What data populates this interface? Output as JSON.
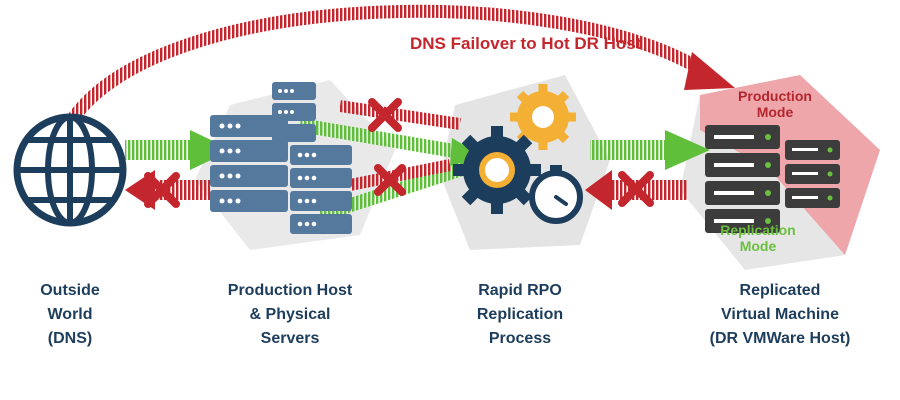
{
  "title": "DNS Failover to Hot DR Host",
  "modes": {
    "production": [
      "Production",
      "Mode"
    ],
    "replication": [
      "Replication",
      "Mode"
    ]
  },
  "stages": [
    {
      "id": "outside-world",
      "lines": [
        "Outside",
        "World",
        "(DNS)"
      ]
    },
    {
      "id": "production-host",
      "lines": [
        "Production Host",
        "& Physical",
        "Servers"
      ]
    },
    {
      "id": "replication-process",
      "lines": [
        "Rapid RPO",
        "Replication",
        "Process"
      ]
    },
    {
      "id": "replicated-vm",
      "lines": [
        "Replicated",
        "Virtual Machine",
        "(DR VMWare Host)"
      ]
    }
  ],
  "colors": {
    "label": "#1d3d5c",
    "active_arrow": "#5fbf3a",
    "blocked": "#c3272d",
    "production_zone": "#ef9aa0",
    "replication_zone": "#e4e4e4",
    "server_blue": "#55789d",
    "server_dark": "#3c3c3c",
    "gear_navy": "#1d3d5c",
    "gear_gold": "#f3b035"
  },
  "icons": [
    "globe-icon",
    "server-stack-icon",
    "gear-icon",
    "stopwatch-icon",
    "blocked-x-icon"
  ]
}
